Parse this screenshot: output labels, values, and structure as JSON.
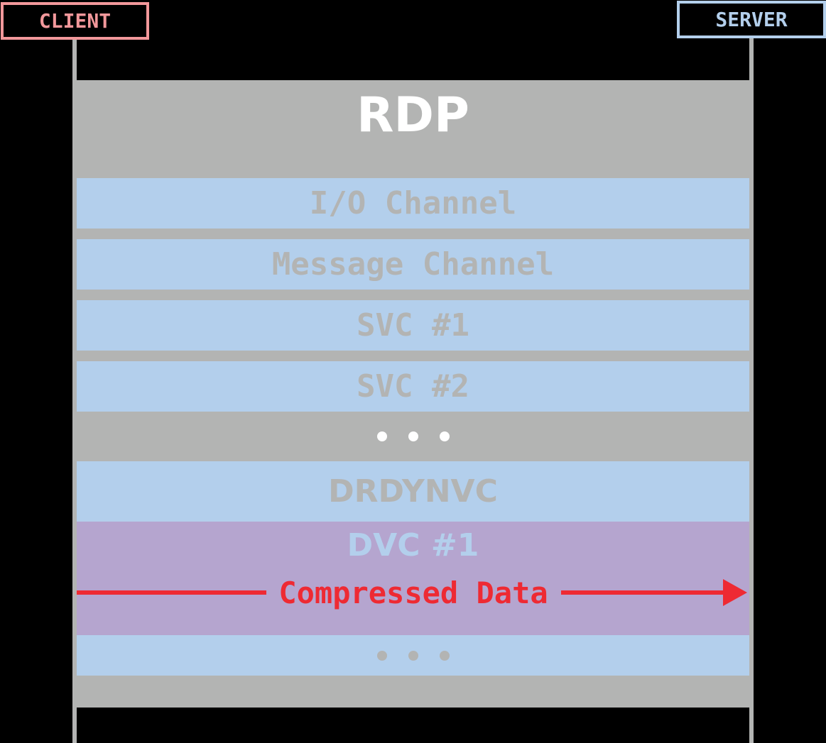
{
  "colors": {
    "background": "#000000",
    "stack_gray": "#b3b4b3",
    "channel_blue": "#b3cfec",
    "dvc_purple": "#b5a5cf",
    "client_pink": "#f2989b",
    "server_blue": "#b3cfec",
    "arrow_red": "#ee2a33",
    "muted_text": "#b3b4b3",
    "white": "#ffffff"
  },
  "endpoints": {
    "client": "CLIENT",
    "server": "SERVER"
  },
  "stack": {
    "title": "RDP",
    "channels": [
      {
        "label": "I/O Channel"
      },
      {
        "label": "Message Channel"
      },
      {
        "label": "SVC #1"
      },
      {
        "label": "SVC #2"
      }
    ],
    "ellipsis": "• • •",
    "dynamic_channel": {
      "label": "DRDYNVC"
    },
    "dvc": {
      "label": "DVC #1",
      "flow": {
        "label": "Compressed Data",
        "direction": "client-to-server"
      }
    },
    "dvc_ellipsis": "• • •"
  }
}
